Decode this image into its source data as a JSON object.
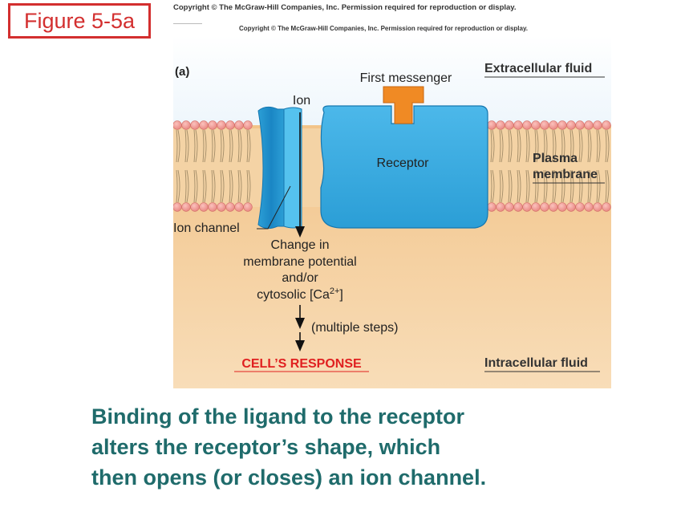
{
  "figure_label": "Figure 5-5a",
  "copyright_top": "Copyright © The McGraw-Hill Companies, Inc. Permission required for reproduction or display.",
  "copyright_inner": "Copyright © The McGraw-Hill Companies, Inc. Permission required for reproduction or display.",
  "diagram": {
    "panel_label": "(a)",
    "first_messenger": "First messenger",
    "extracellular_fluid": "Extracellular fluid",
    "ion": "Ion",
    "receptor": "Receptor",
    "plasma_membrane_line1": "Plasma",
    "plasma_membrane_line2": "membrane",
    "ion_channel": "Ion channel",
    "change_line1": "Change in",
    "change_line2": "membrane potential",
    "change_line3": "and/or",
    "change_line4_prefix": "cytosolic [Ca",
    "change_line4_sup": "2+",
    "change_line4_suffix": "]",
    "multiple_steps": "(multiple steps)",
    "cells_response": "CELL’S RESPONSE",
    "intracellular_fluid": "Intracellular fluid"
  },
  "caption": {
    "line1": "Binding of the ligand to the receptor",
    "line2": "alters the receptor’s shape, which",
    "line3": "then opens (or closes) an ion channel."
  },
  "colors": {
    "figure_label": "#d32f2f",
    "membrane_heads": "#f0908c",
    "receptor": "#3aaee2",
    "messenger": "#f08a24",
    "response_text": "#e02020",
    "caption_text": "#1f6b6b"
  }
}
